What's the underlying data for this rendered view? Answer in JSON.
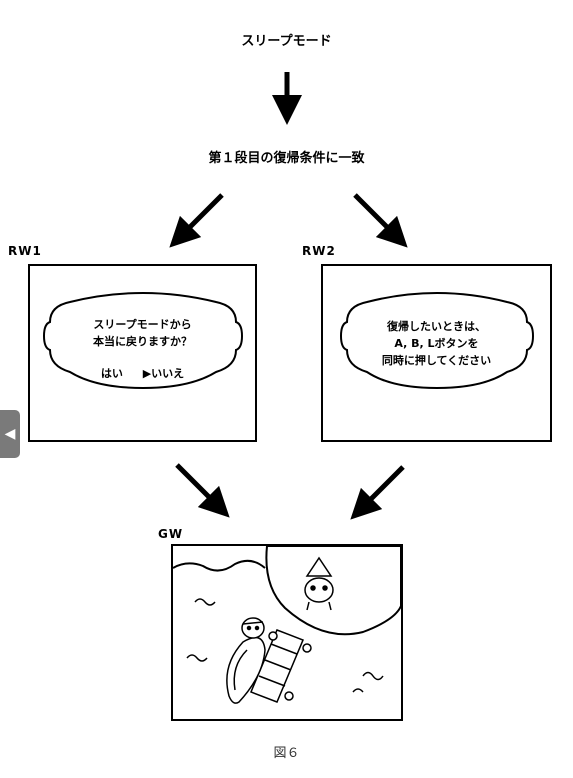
{
  "labels": {
    "sleep_mode": "スリープモード",
    "condition": "第１段目の復帰条件に一致",
    "rw1": "RW1",
    "rw2": "RW2",
    "gw": "GW"
  },
  "rw1": {
    "line1": "スリープモードから",
    "line2": "本当に戻りますか？",
    "option_yes": "はい",
    "option_no": "▶いいえ"
  },
  "rw2": {
    "line1": "復帰したいときは、",
    "line2": "A, B, Lボタンを",
    "line3": "同時に押してください"
  },
  "caption": "図６",
  "nav_tab": {
    "icon": "arrow-left-icon",
    "glyph": "◀"
  }
}
